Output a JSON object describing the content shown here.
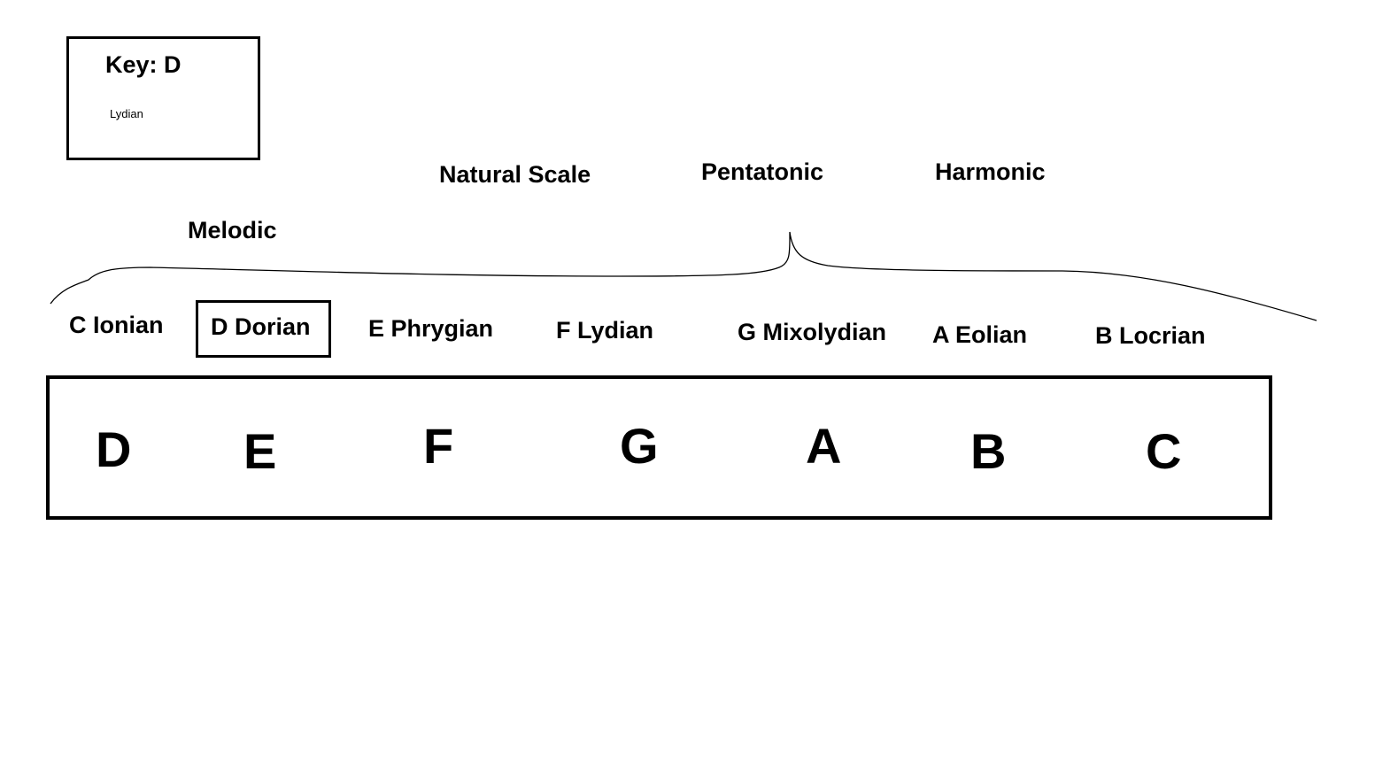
{
  "key_box": {
    "title": "Key: D",
    "mode": "Lydian"
  },
  "scale_types": {
    "melodic": "Melodic",
    "natural": "Natural Scale",
    "pentatonic": "Pentatonic",
    "harmonic": "Harmonic"
  },
  "modes": [
    "C Ionian",
    "D Dorian",
    "E Phrygian",
    "F Lydian",
    "G Mixolydian",
    "A Eolian",
    "B Locrian"
  ],
  "highlighted_mode": "D Dorian",
  "notes": [
    "D",
    "E",
    "F",
    "G",
    "A",
    "B",
    "C"
  ]
}
